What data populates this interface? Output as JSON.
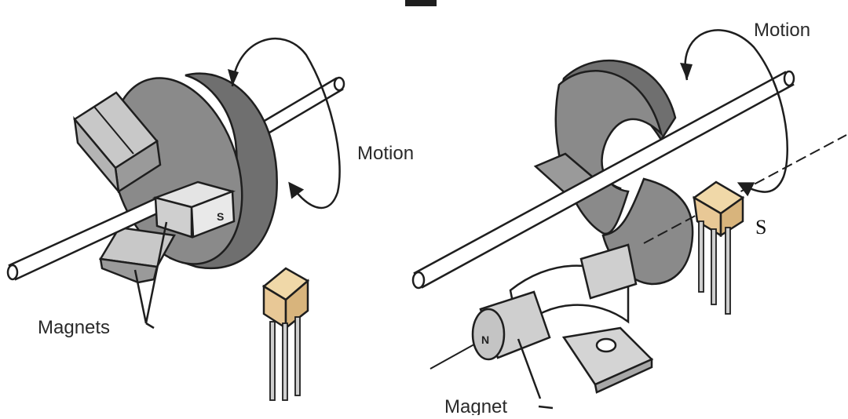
{
  "left_figure": {
    "motion_label": "Motion",
    "magnets_label": "Magnets",
    "pole_label": "S"
  },
  "right_figure": {
    "motion_label": "Motion",
    "magnet_label": "Magnet",
    "pole_label_sensor": "S",
    "pole_label_magnet": "N"
  },
  "colors": {
    "disk": "#8a8a8a",
    "disk_dark": "#6f6f6f",
    "magnet": "#d4d4d4",
    "sensor_body": "#e8c896",
    "outline": "#1e1e1e"
  }
}
